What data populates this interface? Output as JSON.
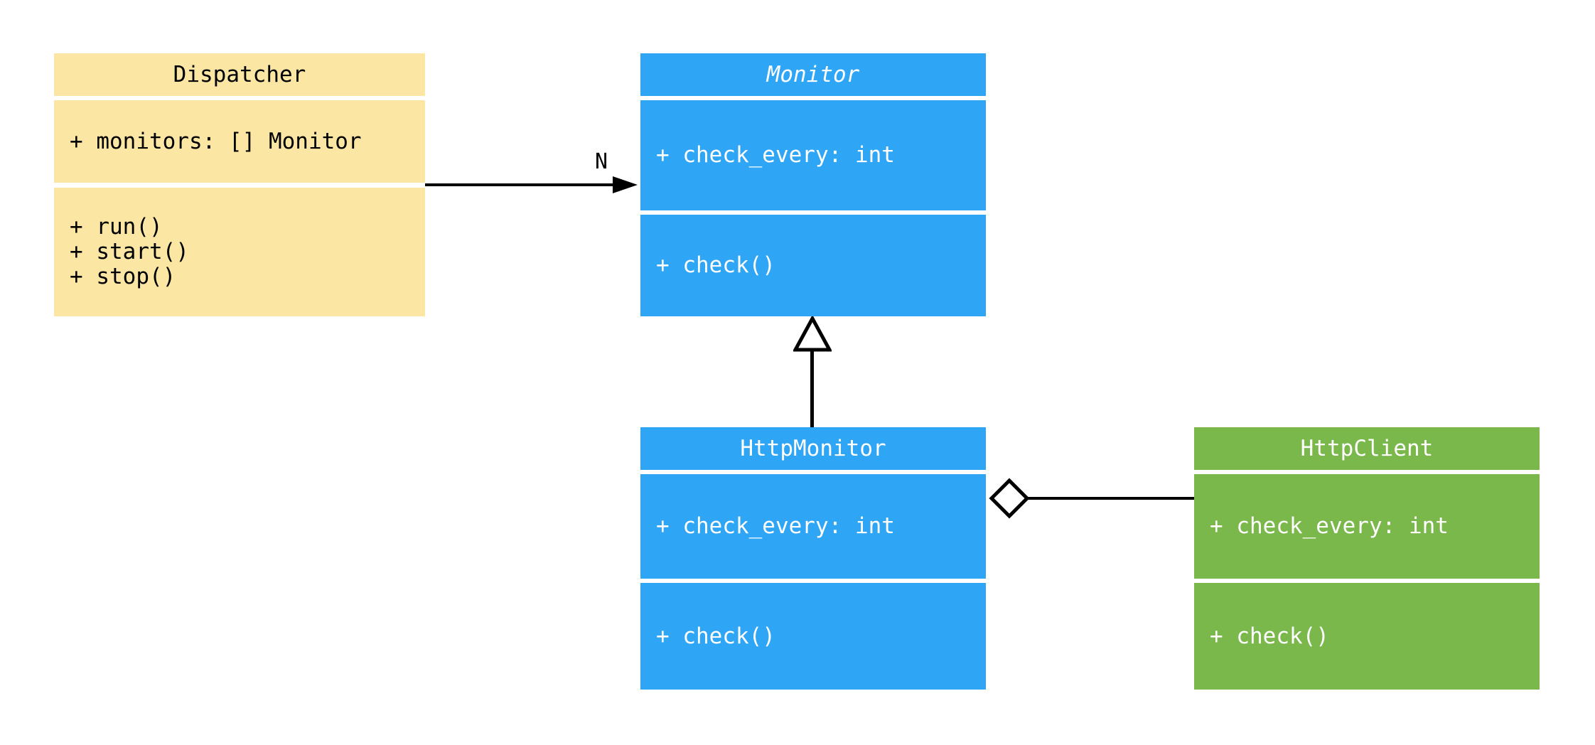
{
  "diagram": {
    "background_color": "#ffffff",
    "line_color": "#000000",
    "classes": [
      {
        "name": "Dispatcher",
        "abstract": false,
        "bg_color": "#FBE6A3",
        "text_color": "#000000",
        "attributes": [
          "+ monitors: [] Monitor"
        ],
        "methods": [
          "+ run()",
          "+ start()",
          "+ stop()"
        ]
      },
      {
        "name": "Monitor",
        "abstract": true,
        "bg_color": "#2FA5F6",
        "text_color": "#FFFFFF",
        "attributes": [
          "+ check_every: int"
        ],
        "methods": [
          "+ check()"
        ]
      },
      {
        "name": "HttpMonitor",
        "abstract": false,
        "bg_color": "#2FA5F6",
        "text_color": "#FFFFFF",
        "attributes": [
          "+ check_every: int"
        ],
        "methods": [
          "+ check()"
        ]
      },
      {
        "name": "HttpClient",
        "abstract": false,
        "bg_color": "#7BB84B",
        "text_color": "#FFFFFF",
        "attributes": [
          "+ check_every: int"
        ],
        "methods": [
          "+ check()"
        ]
      }
    ],
    "relationships": [
      {
        "type": "association",
        "from": "Dispatcher",
        "to": "Monitor",
        "label": "N",
        "head": "filled-arrow"
      },
      {
        "type": "generalization",
        "from": "HttpMonitor",
        "to": "Monitor",
        "label": "",
        "head": "hollow-triangle"
      },
      {
        "type": "aggregation",
        "from": "HttpMonitor",
        "to": "HttpClient",
        "label": "",
        "head": "hollow-diamond"
      }
    ]
  }
}
